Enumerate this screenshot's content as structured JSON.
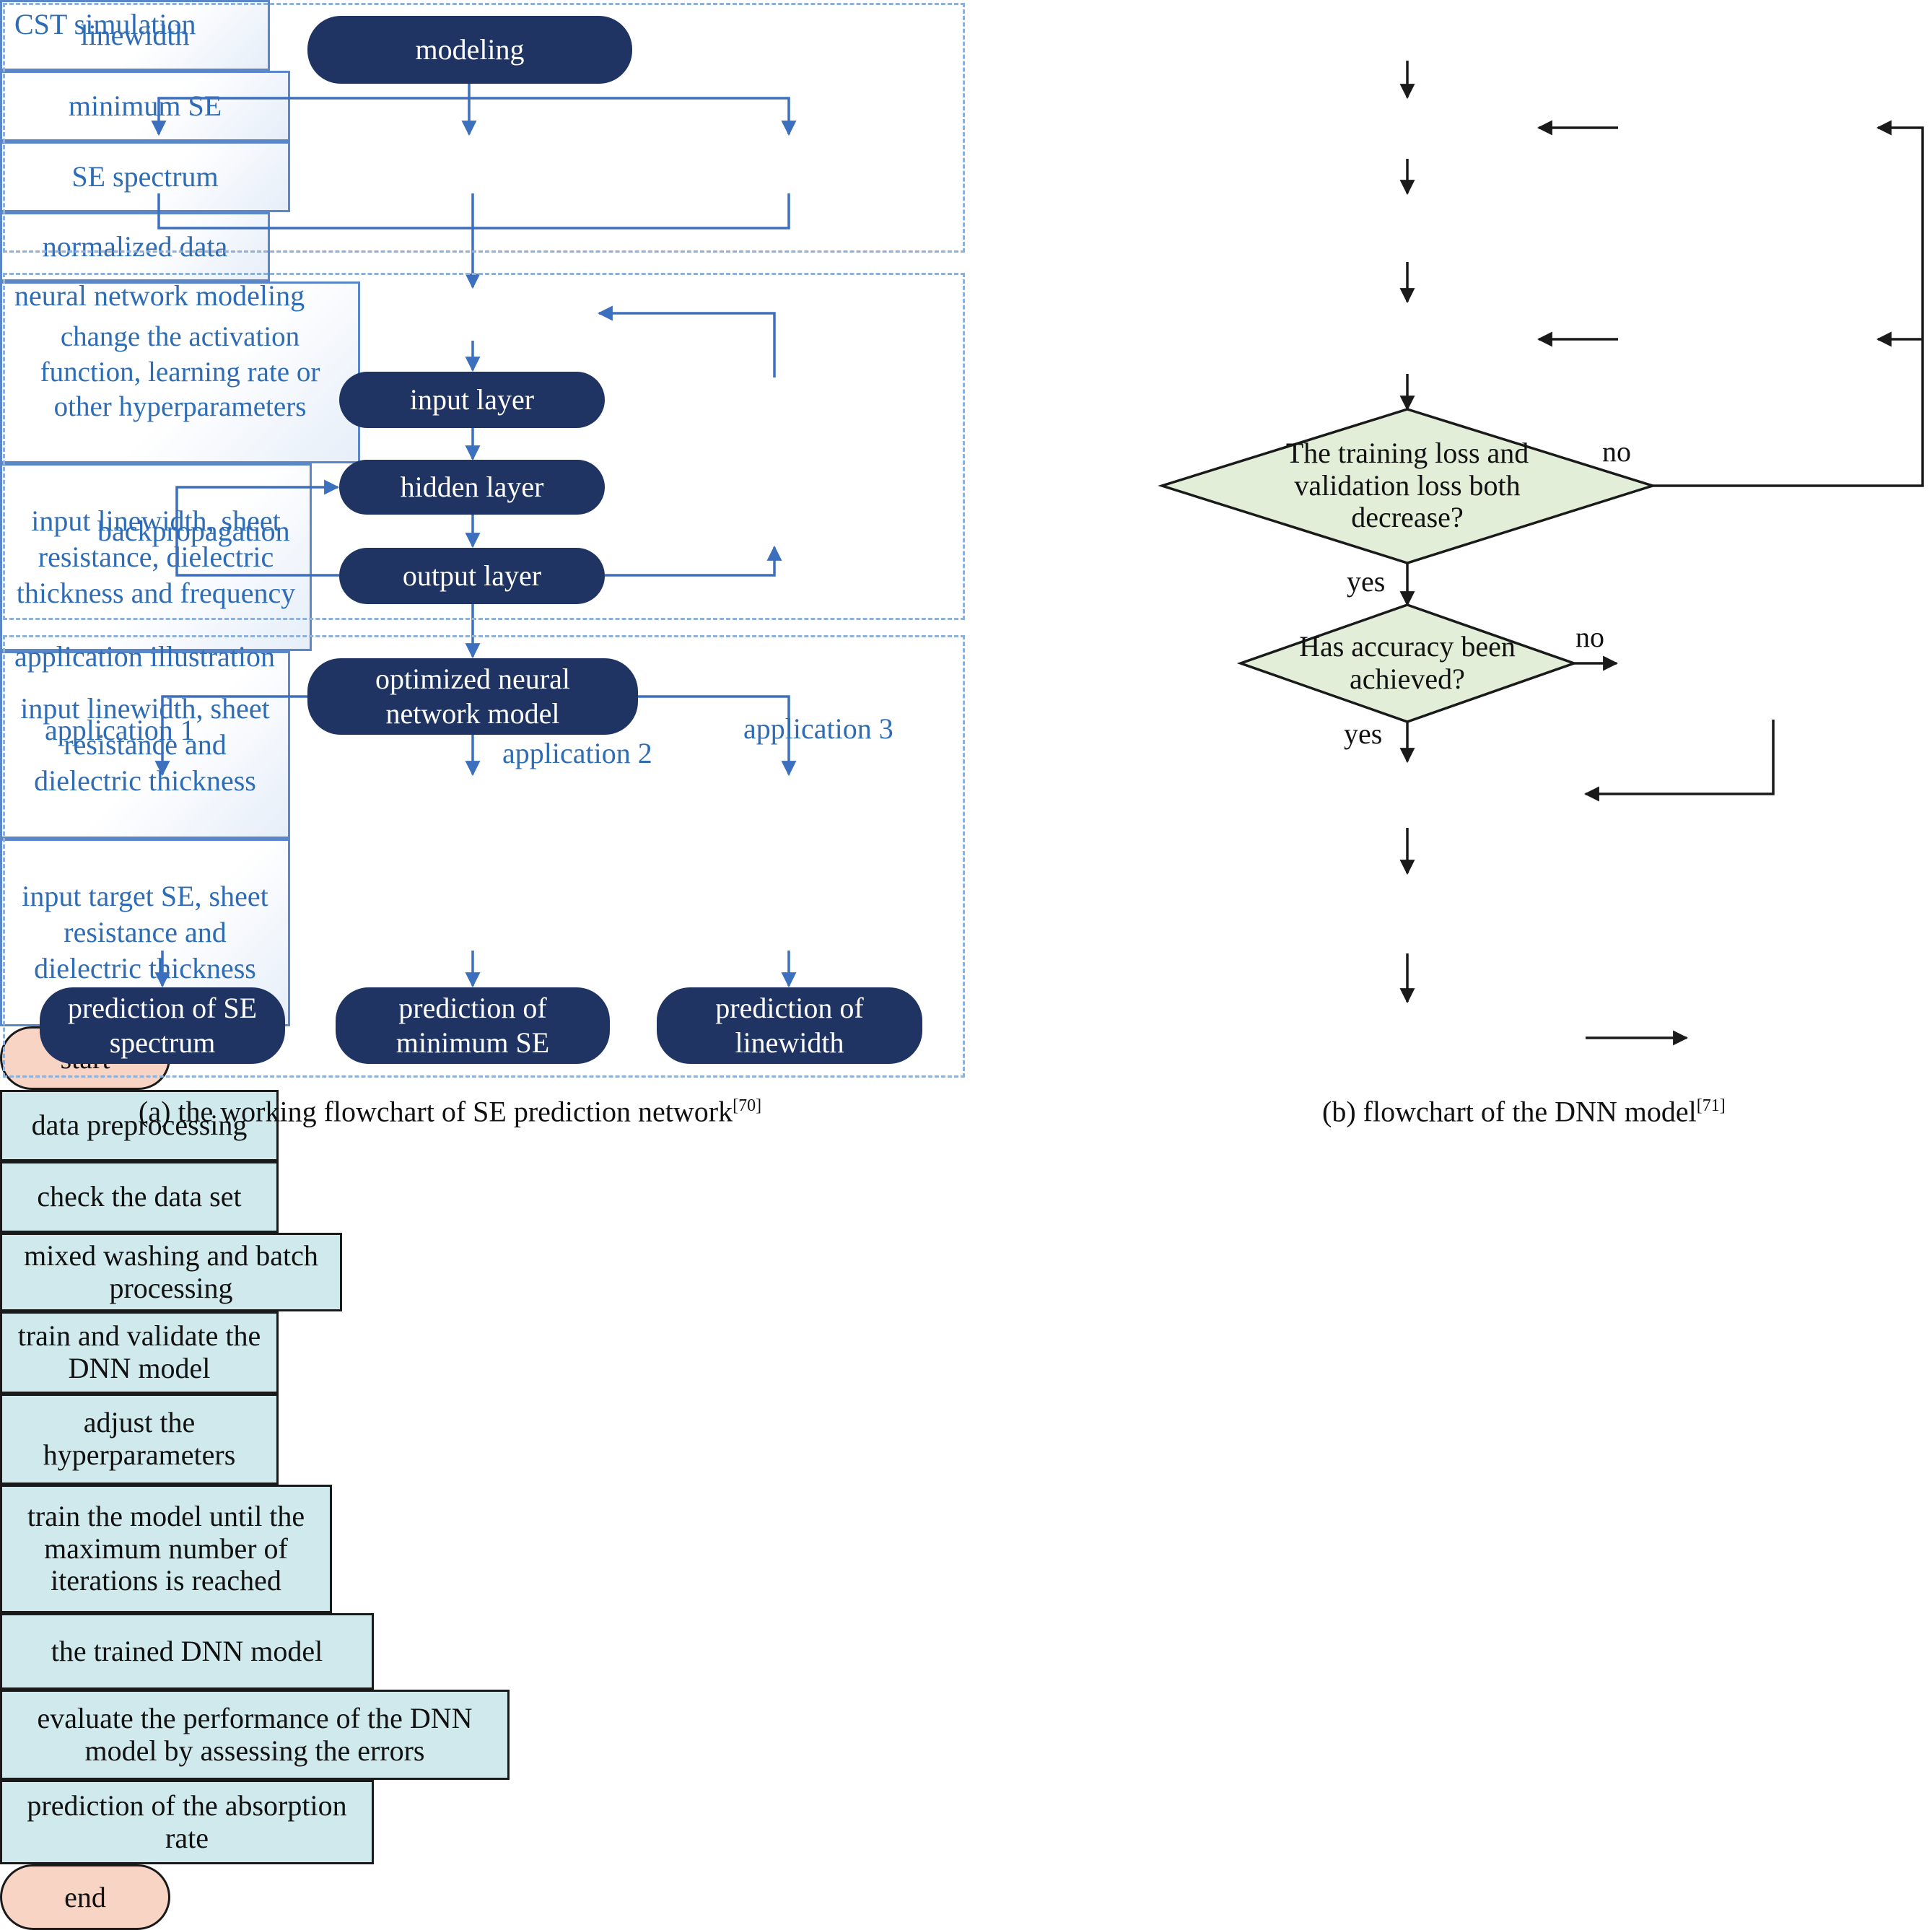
{
  "left": {
    "sections": {
      "cst": "CST simulation",
      "nn": "neural network modeling",
      "app": "application illustration"
    },
    "modeling": "modeling",
    "linewidth": "linewidth",
    "minimum_se": "minimum SE",
    "se_spectrum": "SE spectrum",
    "normalized_data": "normalized data",
    "input_layer": "input layer",
    "hidden_layer": "hidden layer",
    "output_layer": "output layer",
    "backpropagation": "backpropagation",
    "change_box": "change the activation function, learning rate or other hyperparameters",
    "optimized": "optimized neural network model",
    "app1": "application 1",
    "app2": "application 2",
    "app3": "application 3",
    "input1": "input linewidth, sheet resistance, dielectric thickness and frequency",
    "input2": "input linewidth, sheet resistance and dielectric thickness",
    "input3": "input target SE, sheet resistance and dielectric thickness",
    "pred1": "prediction of SE spectrum",
    "pred2": "prediction of minimum SE",
    "pred3": "prediction of linewidth",
    "caption": "(a) the working flowchart of SE prediction network",
    "caption_ref": "[70]"
  },
  "right": {
    "start": "start",
    "data_preprocessing": "data preprocessing",
    "check_data": "check the data set",
    "mixed_washing": "mixed washing and batch processing",
    "train_validate": "train and validate the DNN model",
    "adjust_hyper": "adjust the hyperparameters",
    "decision1": "The training loss and validation loss both decrease?",
    "no1": "no",
    "yes1": "yes",
    "decision2": "Has accuracy been achieved?",
    "no2": "no",
    "train_until": "train the model until the maximum number of iterations is reached",
    "yes2": "yes",
    "trained_model": "the trained DNN model",
    "evaluate": "evaluate the performance of the DNN model by assessing the errors",
    "prediction_abs": "prediction of the absorption rate",
    "end": "end",
    "caption": "(b) flowchart of the DNN model",
    "caption_ref": "[71]"
  }
}
